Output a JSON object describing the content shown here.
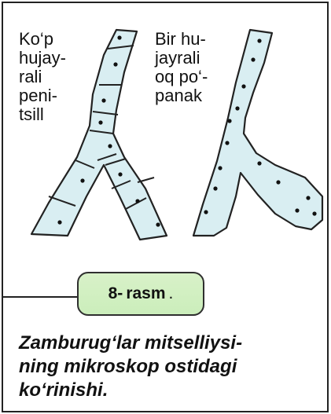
{
  "labels": {
    "left": [
      "Ko‘p",
      "hujay-",
      "rali",
      "peni-",
      "tsill"
    ],
    "right": [
      "Bir hu-",
      "jayrali",
      "oq po‘-",
      "panak"
    ]
  },
  "figure": {
    "number": "8-",
    "word": "rasm",
    "period": "."
  },
  "caption": [
    "Zamburug‘lar mitselliysi-",
    "ning mikroskop ostidagi",
    "ko‘rinishi."
  ],
  "colors": {
    "hypha_fill": "#d9eef2",
    "badge_fill": "#cbeebb",
    "outline": "#222222"
  }
}
